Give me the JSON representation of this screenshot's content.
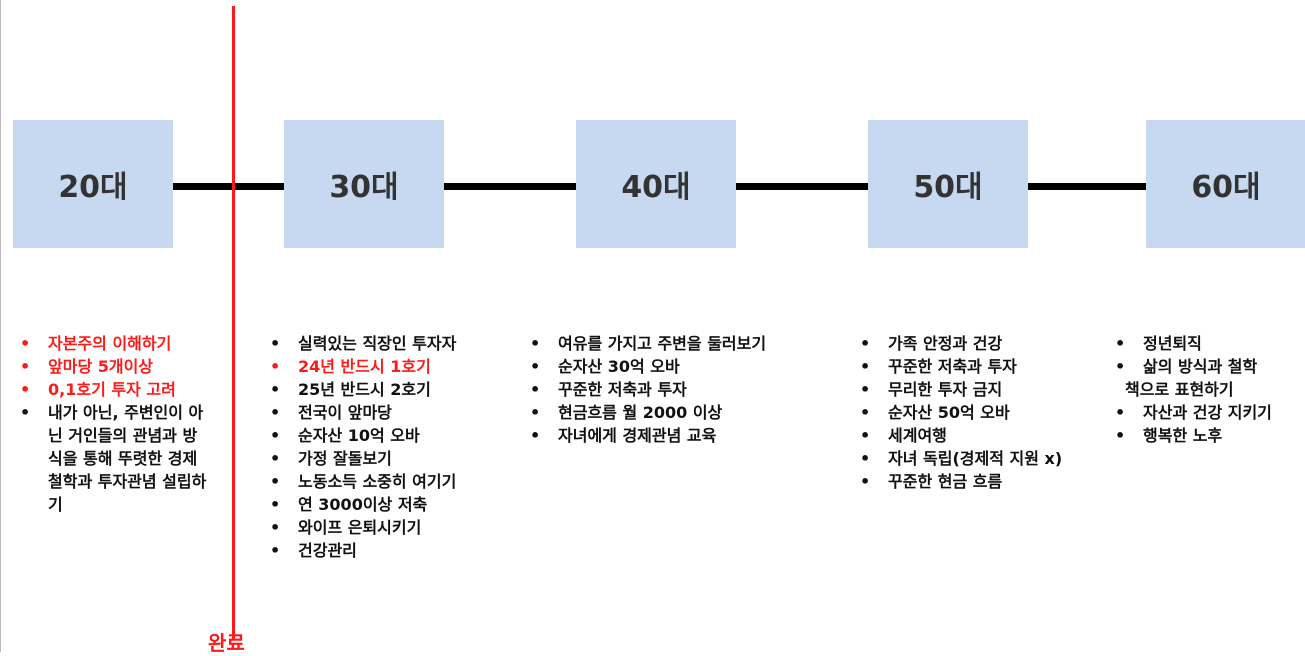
{
  "stages": [
    {
      "label": "20대",
      "items": [
        {
          "text": "자본주의 이해하기",
          "red": true
        },
        {
          "text": "앞마당 5개이상",
          "red": true
        },
        {
          "text": "0,1호기 투자 고려",
          "red": true
        },
        {
          "text": "내가 아닌, 주변인이 아닌 거인들의 관념과 방식을 통해 뚜렷한 경제 철학과 투자관념 설립하기",
          "red": false
        }
      ]
    },
    {
      "label": "30대",
      "items": [
        {
          "text": "실력있는 직장인 투자자",
          "red": false
        },
        {
          "text": "24년 반드시 1호기",
          "red": true
        },
        {
          "text": "25년 반드시 2호기",
          "red": false
        },
        {
          "text": "전국이 앞마당",
          "red": false
        },
        {
          "text": "순자산 10억 오바",
          "red": false
        },
        {
          "text": "가정 잘돌보기",
          "red": false
        },
        {
          "text": "노동소득 소중히 여기기",
          "red": false
        },
        {
          "text": "연 3000이상 저축",
          "red": false
        },
        {
          "text": "와이프 은퇴시키기",
          "red": false
        },
        {
          "text": "건강관리",
          "red": false
        }
      ]
    },
    {
      "label": "40대",
      "items": [
        {
          "text": "여유를 가지고 주변을 둘러보기",
          "red": false
        },
        {
          "text": "순자산 30억 오바",
          "red": false
        },
        {
          "text": "꾸준한 저축과 투자",
          "red": false
        },
        {
          "text": "현금흐름 월 2000 이상",
          "red": false
        },
        {
          "text": "자녀에게 경제관념 교육",
          "red": false
        }
      ]
    },
    {
      "label": "50대",
      "items": [
        {
          "text": "가족 안정과 건강",
          "red": false
        },
        {
          "text": "꾸준한 저축과 투자",
          "red": false
        },
        {
          "text": "무리한 투자 금지",
          "red": false
        },
        {
          "text": "순자산 50억 오바",
          "red": false
        },
        {
          "text": "세계여행",
          "red": false
        },
        {
          "text": "자녀 독립(경제적 지원 x)",
          "red": false
        },
        {
          "text": "꾸준한 현금 흐름",
          "red": false
        }
      ]
    },
    {
      "label": "60대",
      "items": [
        {
          "text": "정년퇴직",
          "red": false
        },
        {
          "text": "삶의 방식과 철학",
          "red": false
        },
        {
          "text": "책으로 표현하기",
          "red": false,
          "cont": true
        },
        {
          "text": "자산과 건강 지키기",
          "red": false
        },
        {
          "text": "행복한 노후",
          "red": false
        }
      ]
    }
  ],
  "marker": {
    "label": "완료",
    "color": "#ff1a1a"
  },
  "colors": {
    "box": "#c6d9f1",
    "accent": "#ff1a1a"
  }
}
